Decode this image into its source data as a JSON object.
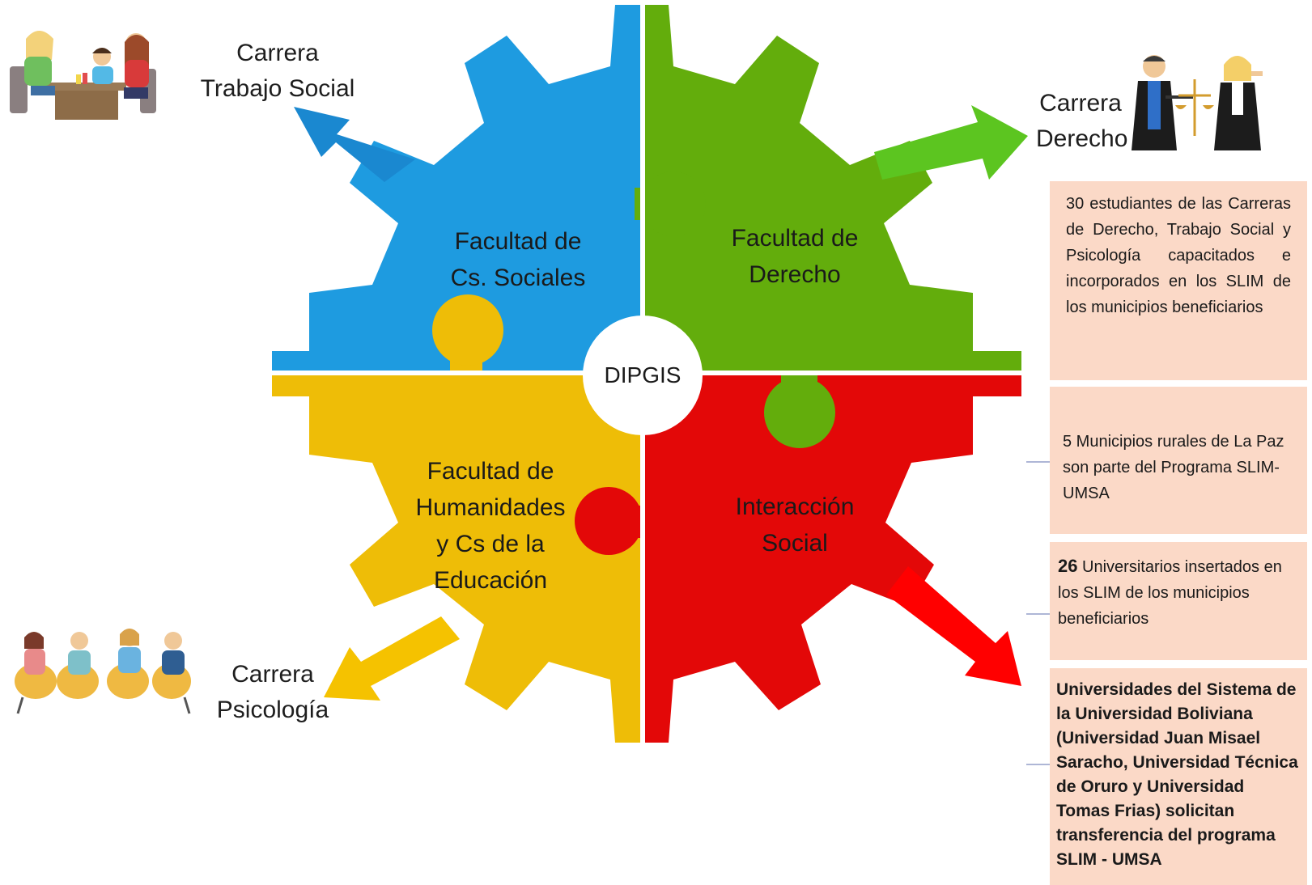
{
  "center": {
    "label": "DIPGIS"
  },
  "pieces": {
    "top_left": {
      "line1": "Facultad de",
      "line2": "Cs. Sociales",
      "color": "#1e9be0"
    },
    "top_right": {
      "line1": "Facultad de",
      "line2": "Derecho",
      "color": "#63ad0c"
    },
    "bottom_left": {
      "line1": "Facultad de",
      "line2": "Humanidades",
      "line3": "y Cs de la",
      "line4": "Educación",
      "color": "#eebd07"
    },
    "bottom_right": {
      "line1": "Interacción",
      "line2": "Social",
      "color": "#e30808"
    }
  },
  "careers": {
    "trabajo_social": {
      "line1": "Carrera",
      "line2": "Trabajo Social"
    },
    "derecho": {
      "line1": "Carrera",
      "line2": "Derecho"
    },
    "psicologia": {
      "line1": "Carrera",
      "line2": "Psicología"
    }
  },
  "results": {
    "box1": {
      "text": "30 estudiantes de las Carreras de Derecho, Trabajo Social y Psicología capacitados e incorporados en los SLIM de los municipios beneficiarios"
    },
    "box2": {
      "text": "5 Municipios rurales de La Paz son parte del Programa SLIM-UMSA"
    },
    "box3": {
      "number": "26",
      "text": "Universitarios insertados en los SLIM de los municipios beneficiarios"
    },
    "box4": {
      "text": "Universidades del Sistema de la Universidad Boliviana (Universidad Juan Misael Saracho, Universidad Técnica de Oruro y Universidad Tomas Frias) solicitan transferencia del programa SLIM - UMSA"
    }
  },
  "icons": [
    "family-counseling-illustration",
    "judges-illustration",
    "group-therapy-illustration"
  ]
}
